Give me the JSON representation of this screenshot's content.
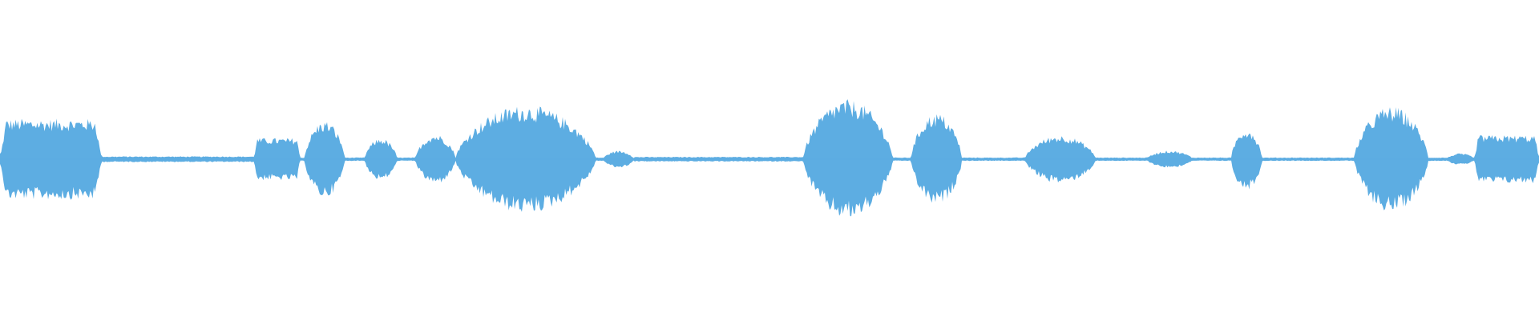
{
  "waveform": {
    "color": "#5dade2",
    "background": "#ffffff",
    "baseline_amplitude": 0.018,
    "segments": [
      {
        "start": 0.0,
        "end": 0.066,
        "amplitude": 0.42,
        "shape": "sustain"
      },
      {
        "start": 0.066,
        "end": 0.165,
        "amplitude": 0.03,
        "shape": "noise"
      },
      {
        "start": 0.165,
        "end": 0.195,
        "amplitude": 0.22,
        "shape": "sustain"
      },
      {
        "start": 0.198,
        "end": 0.224,
        "amplitude": 0.4,
        "shape": "swell"
      },
      {
        "start": 0.237,
        "end": 0.258,
        "amplitude": 0.22,
        "shape": "swell"
      },
      {
        "start": 0.27,
        "end": 0.296,
        "amplitude": 0.26,
        "shape": "swell"
      },
      {
        "start": 0.296,
        "end": 0.387,
        "amplitude": 0.56,
        "shape": "swell"
      },
      {
        "start": 0.392,
        "end": 0.412,
        "amplitude": 0.09,
        "shape": "swell"
      },
      {
        "start": 0.412,
        "end": 0.522,
        "amplitude": 0.025,
        "shape": "noise"
      },
      {
        "start": 0.522,
        "end": 0.58,
        "amplitude": 0.62,
        "shape": "swell"
      },
      {
        "start": 0.592,
        "end": 0.625,
        "amplitude": 0.48,
        "shape": "swell"
      },
      {
        "start": 0.666,
        "end": 0.712,
        "amplitude": 0.25,
        "shape": "swell"
      },
      {
        "start": 0.745,
        "end": 0.775,
        "amplitude": 0.09,
        "shape": "swell"
      },
      {
        "start": 0.8,
        "end": 0.82,
        "amplitude": 0.32,
        "shape": "swell"
      },
      {
        "start": 0.88,
        "end": 0.928,
        "amplitude": 0.55,
        "shape": "swell"
      },
      {
        "start": 0.94,
        "end": 0.958,
        "amplitude": 0.06,
        "shape": "swell"
      },
      {
        "start": 0.958,
        "end": 1.0,
        "amplitude": 0.25,
        "shape": "sustain"
      }
    ]
  }
}
